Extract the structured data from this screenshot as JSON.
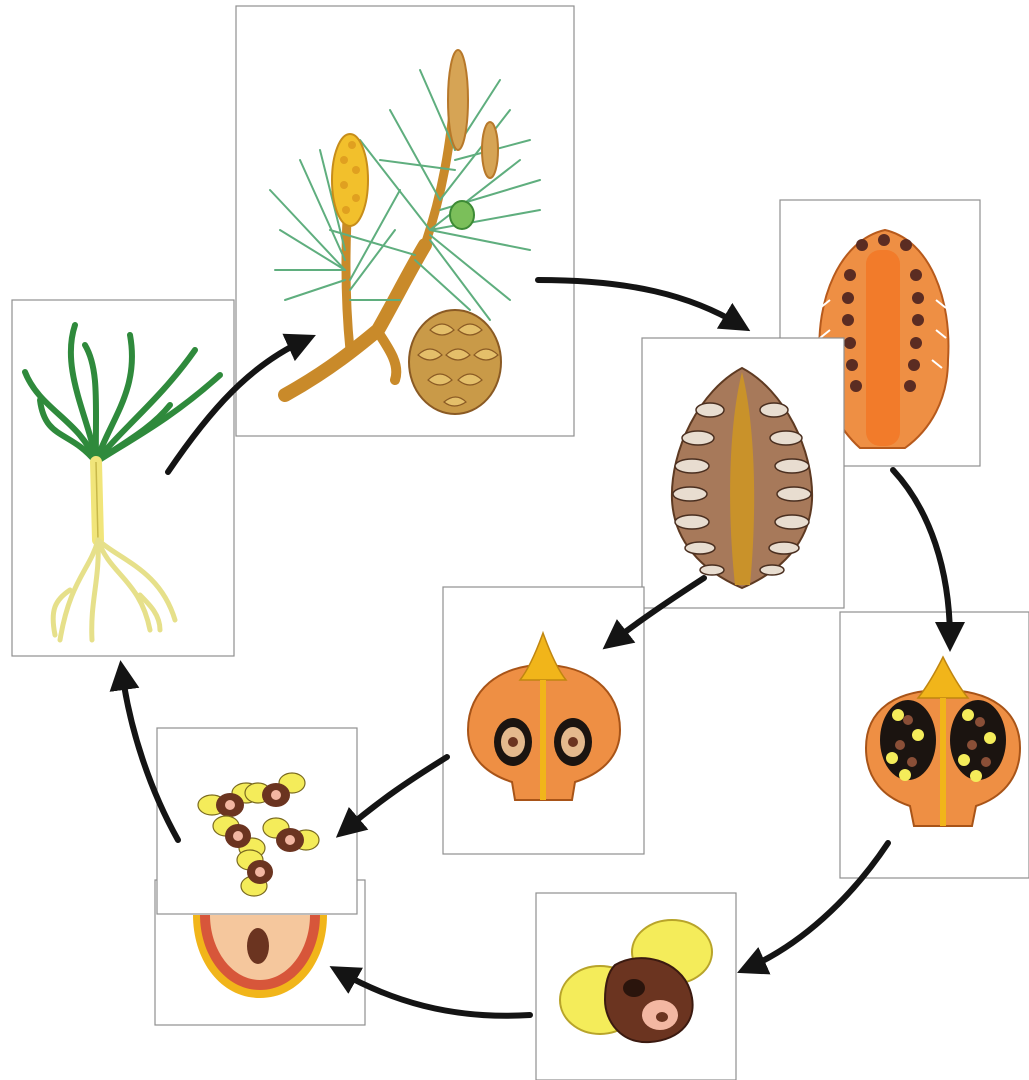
{
  "diagram": {
    "kind": "pine life cycle",
    "stages": [
      "seedling",
      "adult-pine-branch",
      "male-cone-section",
      "female-cone-section",
      "microsporophyll",
      "ovuliferous-scale",
      "pollen-grains",
      "pollen-grain-enlarged",
      "seed-section"
    ],
    "colors": {
      "arrow": "#141414",
      "panel_border": "#8f8f8f",
      "needle_green": "#2f8a3c",
      "cone_orange": "#e8893a",
      "pollen_yellow": "#f4ec5a",
      "pollen_brown": "#6b3420",
      "ovule_black": "#1b1410"
    }
  }
}
